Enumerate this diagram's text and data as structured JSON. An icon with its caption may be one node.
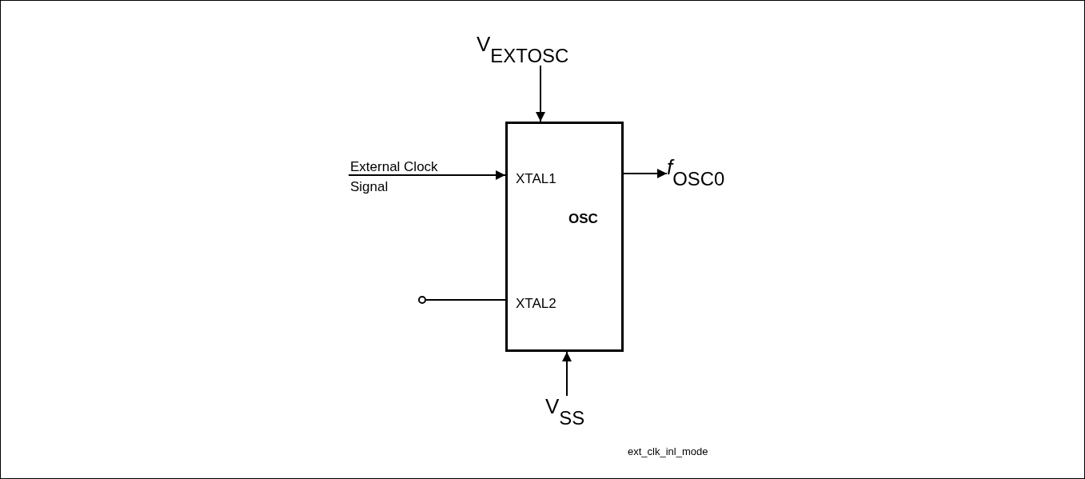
{
  "diagram": {
    "nodes": [
      {
        "text": [
          "XTAL1",
          "OSC",
          "XTAL2"
        ]
      },
      {
        "text": [
          "V$_{EXTOSC}$"
        ]
      },
      {
        "text": [
          "External Clock Signal"
        ]
      },
      {
        "text": [],
        "shape": "circle"
      },
      {
        "text": [
          "*f*$_{OSC0}$"
        ]
      },
      {
        "text": [
          "V$_{SS}$"
        ]
      }
    ],
    "edges": [
      {
        "from": 1,
        "to": 0,
        "arrow": "to"
      },
      {
        "from": 2,
        "to": 0,
        "arrow": "to"
      },
      {
        "from": 3,
        "to": 0,
        "arrow": "none"
      },
      {
        "from": 0,
        "to": 4,
        "arrow": "to"
      },
      {
        "from": 5,
        "to": 0,
        "arrow": "to"
      }
    ],
    "labels": [
      "ext_clk_inl_mode"
    ]
  }
}
